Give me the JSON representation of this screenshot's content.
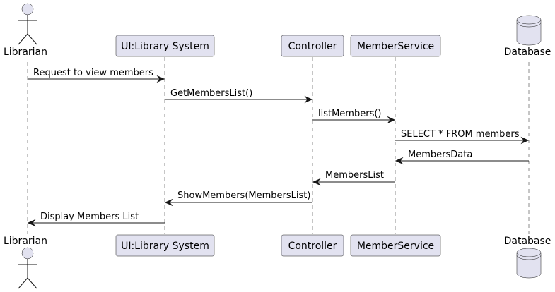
{
  "diagram": {
    "type": "sequence",
    "participants": [
      {
        "id": "librarian",
        "kind": "actor",
        "label": "Librarian"
      },
      {
        "id": "ui",
        "kind": "participant",
        "label": "UI:Library System"
      },
      {
        "id": "controller",
        "kind": "participant",
        "label": "Controller"
      },
      {
        "id": "memberservice",
        "kind": "participant",
        "label": "MemberService"
      },
      {
        "id": "database",
        "kind": "database",
        "label": "Database"
      }
    ],
    "messages": [
      {
        "from": "librarian",
        "to": "ui",
        "label": "Request to view members"
      },
      {
        "from": "ui",
        "to": "controller",
        "label": "GetMembersList()"
      },
      {
        "from": "controller",
        "to": "memberservice",
        "label": "listMembers()"
      },
      {
        "from": "memberservice",
        "to": "database",
        "label": "SELECT * FROM members"
      },
      {
        "from": "database",
        "to": "memberservice",
        "label": "MembersData"
      },
      {
        "from": "memberservice",
        "to": "controller",
        "label": "MembersList"
      },
      {
        "from": "controller",
        "to": "ui",
        "label": "ShowMembers(MembersList)"
      },
      {
        "from": "ui",
        "to": "librarian",
        "label": "Display Members List"
      }
    ],
    "colors": {
      "participant_fill": "#E2E2F0",
      "line": "#181818"
    }
  }
}
